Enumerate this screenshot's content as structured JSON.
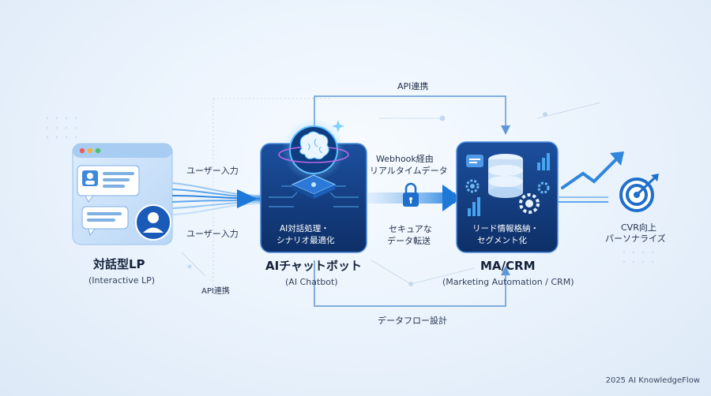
{
  "nodes": {
    "lp": {
      "title": "対話型LP",
      "subtitle": "(Interactive LP)"
    },
    "chatbot": {
      "title": "AIチャットボット",
      "subtitle": "(AI Chatbot)",
      "caption_line1": "AI対話処理・",
      "caption_line2": "シナリオ最適化"
    },
    "crm": {
      "title": "MA/CRM",
      "subtitle": "(Marketing Automation / CRM)",
      "caption_line1": "リード情報格納・",
      "caption_line2": "セグメント化"
    },
    "outcome": {
      "line1": "CVR向上",
      "line2": "パーソナライズ"
    }
  },
  "edges": {
    "user_input_top": "ユーザー入力",
    "user_input_bottom": "ユーザー入力",
    "api_link_top": "API連携",
    "api_link_left": "API連携",
    "webhook_line1": "Webhook経由",
    "webhook_line2": "リアルタイムデータ",
    "secure_line1": "セキュアな",
    "secure_line2": "データ転送",
    "dataflow_design": "データフロー設計"
  },
  "footer": "2025 AI KnowledgeFlow",
  "colors": {
    "accent": "#1e78d8",
    "box_dark": "#123a7a",
    "box_light": "#cfe4fb",
    "line": "#7fb2e6"
  }
}
